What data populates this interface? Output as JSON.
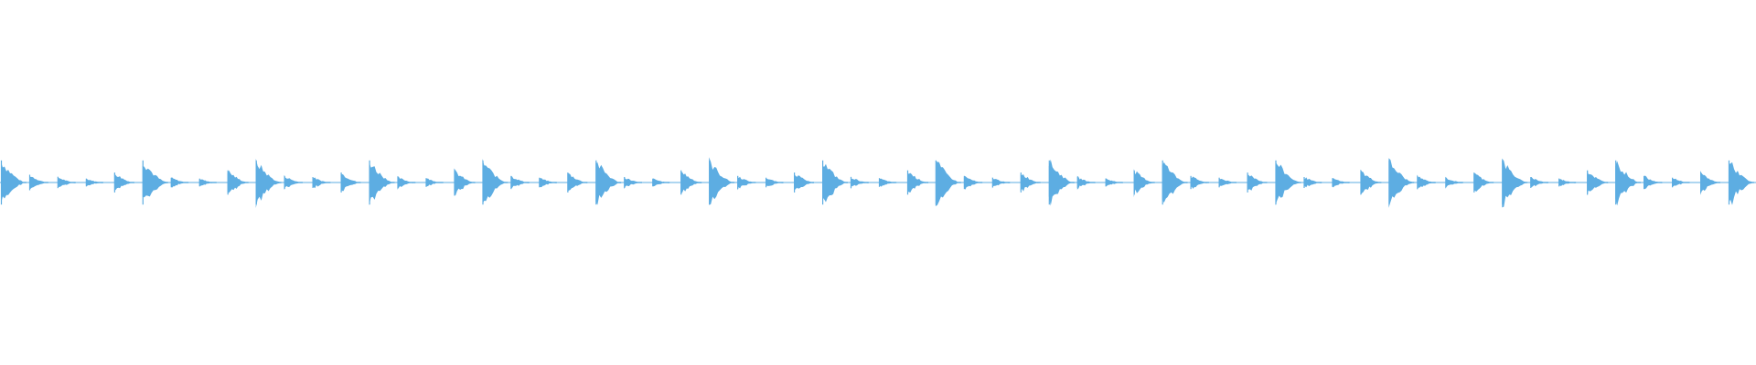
{
  "waveform": {
    "color": "#5dade2",
    "background": "#ffffff",
    "beats": [
      1.0,
      0.35,
      0.25,
      0.18,
      0.45,
      1.0,
      0.22,
      0.18,
      0.55,
      1.0,
      0.3,
      0.25,
      0.45,
      1.0,
      0.25,
      0.2,
      0.55,
      1.0,
      0.3,
      0.22,
      0.45,
      1.0,
      0.25,
      0.18,
      0.55,
      1.0,
      0.3,
      0.22,
      0.45,
      1.0,
      0.25,
      0.2,
      0.55,
      1.0,
      0.3,
      0.22,
      0.45,
      1.0,
      0.25,
      0.18,
      0.55,
      1.0,
      0.3,
      0.22,
      0.45,
      1.0,
      0.25,
      0.2,
      0.55,
      1.0,
      0.3,
      0.22,
      0.45,
      1.0,
      0.25,
      0.18,
      0.55,
      1.0,
      0.3,
      0.22,
      0.45,
      1.0
    ]
  }
}
